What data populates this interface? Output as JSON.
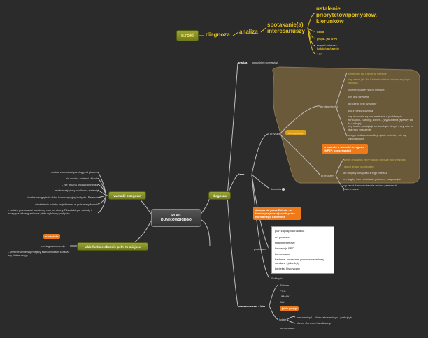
{
  "header": {
    "kroki": "Kroki",
    "diagnoza": "diagnoza",
    "analiza": "analiza",
    "spotkanie_line1": "spotakanie(a)",
    "spotkanie_line2": "interesariuszy",
    "ustalenie_line1": "ustalenie",
    "ustalenie_line2": "priorytetów/pomysłów,",
    "ustalenie_line3": "kierunków",
    "sub": [
      "dzoła",
      "grupa- jak w PT",
      "zespół roboczy ludzie/um/specje",
      "???"
    ]
  },
  "central": {
    "line1": "PLAC",
    "line2": "DUNIKOWSKIEGO"
  },
  "right": {
    "diagnoza": "diagnoza",
    "analiza": "analiza",
    "analiza_child": "z kim rozmawiać",
    "dane": "dane",
    "przyszle": "przyszle",
    "interpelacje_label": "interpelacje",
    "bronz_cards": [
      "czym jest dla Ciebie to miejsce",
      "czy wiesz jak dla Ciebie kontekst historyczny tego miejsca",
      "z czym kojarzy się to miejsce",
      "czy jest używane",
      "do czego jest używane",
      "kto z niego korzysta",
      "czy do okolic są inni ameljace o podobnych funkcjach- parkingi, zieleń...(wyjaśnienia (sprawy za tą funkcje)",
      "czy ludzie pamiętają co tam było kiedyś - czy mile to dla nich znaczenie",
      "czego brakuje w okolicy - jakie potrzeby nie są zaspokojone"
    ],
    "tendencyjnosc": "tendencyjność",
    "orange_note1": "w oparciu o warunki brzegowe (MPZP, konserwator)",
    "przestrzen": "przestrzeń",
    "przestrzen_items": [
      "czym chciałbyś żeby było to miejsce w przyszłości",
      "jakich zmian oczekujesz",
      "kto mógłby korzystać z tego miejsca",
      "co mógłby tam robić/jakie potrzeby zaspokajać",
      "czy jakaś funkcja obecnie można przeniesić gdzieś indziej"
    ],
    "badania": "badania",
    "orange_note2": "do oparcia przez Zalecia - w formie przywracających przez normalnego człowieka",
    "posiadane": "posiadane",
    "posiadane_items": [
      "plan zagospodarowania",
      "art prasowe",
      "fora internetowe",
      "koncepcja PRO",
      "konserwator",
      "badania - wcześniej powadzone ankiety, sondaże - jakie były",
      "kontekst historyczny"
    ],
    "subtopic": "Subtopic",
    "interesariusze": "interesariusze/ z kim",
    "int_items": [
      "Zielone",
      "PRO",
      "UM/WK",
      "SAK"
    ],
    "jakie_grupy": "jakie grupy",
    "ludzie": "ludzie",
    "ludzie_items": [
      "pracownicy U. Marszałkowskiego - parkują tu",
      "klienci Centrum handlowego"
    ],
    "konserwator": "konserwator"
  },
  "left": {
    "warunki": "warunki brzegowe",
    "warunki_items": [
      "można zbudować parking pod placem",
      "- nie można zmienić układu",
      "- nie można usunąć pomnika",
      "- można zająć się okoliczną zielenią",
      "- trzeba uwzględnić układ kompozycyjny budynku Rejencji",
      "- uświetlenie należy projektować w potrzebny formie",
      "- należy pozostawić kamienny mur od strony Piłsudskiego, schody i skarpę a także granitowe płyty wyłożony pod plac"
    ],
    "funkcje": "jakie funkcje obecnie pełni to miejsce",
    "szczegoly": "szczęście",
    "parking": "parking samochody",
    "parking_child": "- przeniesienie się miejscy samochodami skraca się dobre drogę"
  },
  "colors": {
    "bg": "#2b2b2b",
    "olive": "#7f8a24",
    "orange": "#f07a1a",
    "gold": "#e6c21f",
    "bronze": "#6b5a3a"
  }
}
